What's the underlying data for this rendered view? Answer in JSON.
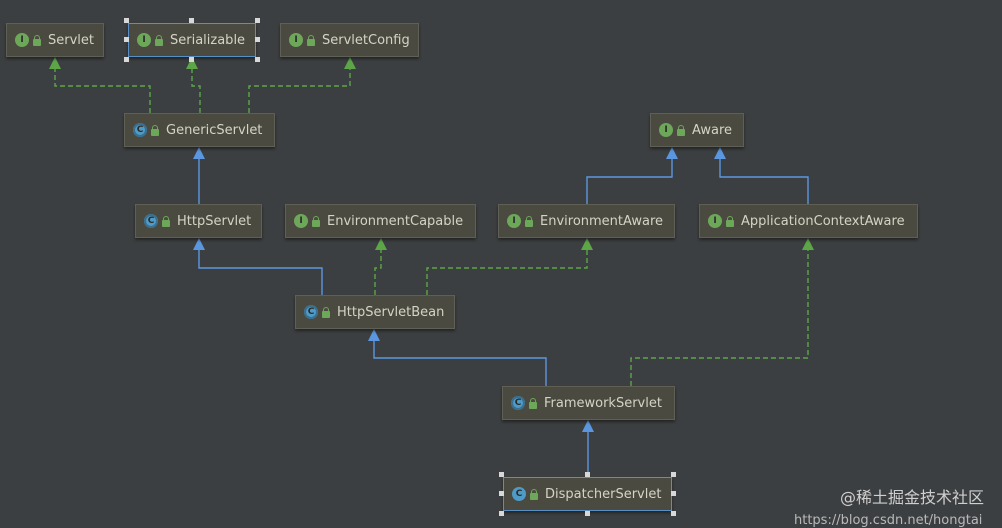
{
  "diagram": {
    "nodes": [
      {
        "id": "servlet",
        "label": "Servlet",
        "kind": "interface",
        "badge": "I"
      },
      {
        "id": "serializable",
        "label": "Serializable",
        "kind": "interface",
        "badge": "I",
        "selected": true
      },
      {
        "id": "servletconfig",
        "label": "ServletConfig",
        "kind": "interface",
        "badge": "I"
      },
      {
        "id": "genericservlet",
        "label": "GenericServlet",
        "kind": "abstract",
        "badge": "C"
      },
      {
        "id": "aware",
        "label": "Aware",
        "kind": "interface",
        "badge": "I"
      },
      {
        "id": "httpservlet",
        "label": "HttpServlet",
        "kind": "abstract",
        "badge": "C"
      },
      {
        "id": "environmentcapable",
        "label": "EnvironmentCapable",
        "kind": "interface",
        "badge": "I"
      },
      {
        "id": "environmentaware",
        "label": "EnvironmentAware",
        "kind": "interface",
        "badge": "I"
      },
      {
        "id": "applicationcontextaware",
        "label": "ApplicationContextAware",
        "kind": "interface",
        "badge": "I"
      },
      {
        "id": "httpservletbean",
        "label": "HttpServletBean",
        "kind": "abstract",
        "badge": "C"
      },
      {
        "id": "frameworkservlet",
        "label": "FrameworkServlet",
        "kind": "abstract",
        "badge": "C"
      },
      {
        "id": "dispatcherservlet",
        "label": "DispatcherServlet",
        "kind": "class",
        "badge": "C",
        "selected": true
      }
    ],
    "edges": [
      {
        "from": "genericservlet",
        "to": "servlet",
        "type": "implements"
      },
      {
        "from": "genericservlet",
        "to": "serializable",
        "type": "implements"
      },
      {
        "from": "genericservlet",
        "to": "servletconfig",
        "type": "implements"
      },
      {
        "from": "httpservlet",
        "to": "genericservlet",
        "type": "extends"
      },
      {
        "from": "httpservletbean",
        "to": "httpservlet",
        "type": "extends"
      },
      {
        "from": "httpservletbean",
        "to": "environmentcapable",
        "type": "implements"
      },
      {
        "from": "httpservletbean",
        "to": "environmentaware",
        "type": "implements"
      },
      {
        "from": "environmentaware",
        "to": "aware",
        "type": "extends"
      },
      {
        "from": "applicationcontextaware",
        "to": "aware",
        "type": "extends"
      },
      {
        "from": "frameworkservlet",
        "to": "httpservletbean",
        "type": "extends"
      },
      {
        "from": "frameworkservlet",
        "to": "applicationcontextaware",
        "type": "implements"
      },
      {
        "from": "dispatcherservlet",
        "to": "frameworkservlet",
        "type": "extends"
      }
    ],
    "colors": {
      "background": "#3c3f41",
      "extends": "#5b97e0",
      "implements": "#5ca648",
      "interface_badge": "#6da85a",
      "class_badge": "#4f9bc7"
    }
  },
  "watermark": "@稀土掘金技术社区",
  "url_partial": "https://blog.csdn.net/hongtai"
}
